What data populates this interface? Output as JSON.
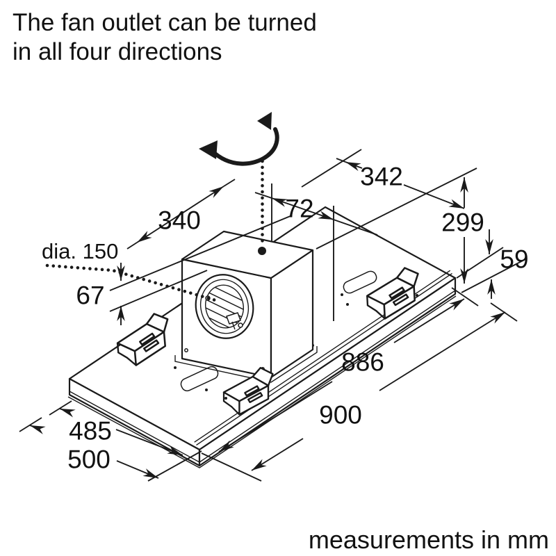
{
  "title": {
    "line1": "The fan outlet can be turned",
    "line2": "in all four directions"
  },
  "footer": {
    "note": "measurements in mm"
  },
  "diagram": {
    "type": "technical-installation-drawing",
    "subject": "ceiling extractor hood with rotatable fan outlet",
    "units": "mm",
    "dimensions": {
      "box_depth": "340",
      "duct_offset": "72",
      "box_width": "342",
      "box_height": "299",
      "panel_thickness": "59",
      "outlet_diameter": "dia. 150",
      "ceiling_clearance": "67",
      "inner_length": "886",
      "overall_length": "900",
      "inner_depth": "485",
      "overall_depth": "500"
    },
    "colors": {
      "line": "#1a1a1a",
      "background": "#ffffff"
    }
  }
}
